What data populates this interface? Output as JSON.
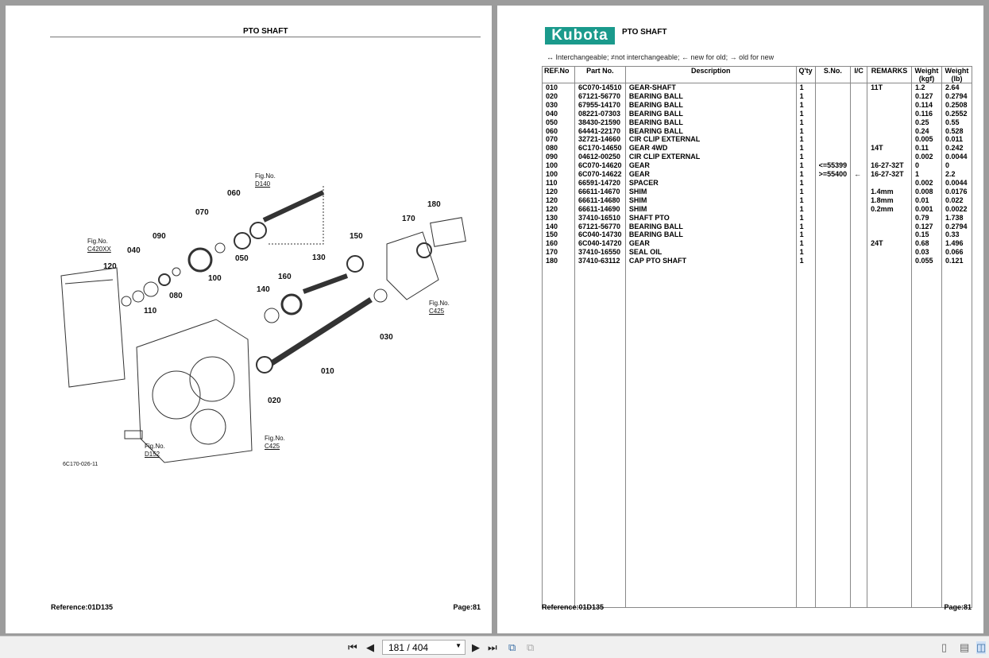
{
  "left_page": {
    "title": "PTO SHAFT",
    "reference": "Reference:01D135",
    "page": "Page:81",
    "callouts": [
      "060",
      "070",
      "090",
      "040",
      "120",
      "110",
      "080",
      "100",
      "050",
      "180",
      "170",
      "150",
      "130",
      "160",
      "140",
      "030",
      "010",
      "020"
    ],
    "fig_refs": [
      {
        "label": "Fig.No.",
        "code": "D140"
      },
      {
        "label": "Fig.No.",
        "code": "C420XX"
      },
      {
        "label": "Fig.No.",
        "code": "C425"
      },
      {
        "label": "Fig.No.",
        "code": "C425"
      },
      {
        "label": "Fig.No.",
        "code": "D152"
      }
    ],
    "drawing_code": "6C170-026-11"
  },
  "right_page": {
    "logo": "Kubota",
    "title": "PTO SHAFT",
    "legend": "↔ Interchangeable;   ≠not interchangeable;   ← new for old;   → old for new",
    "reference": "Reference:01D135",
    "page": "Page:81",
    "columns": [
      "REF.No",
      "Part No.",
      "Description",
      "Q'ty",
      "S.No.",
      "I/C",
      "REMARKS",
      "Weight (kgf)",
      "Weight (lb)"
    ],
    "rows": [
      [
        "010",
        "6C070-14510",
        "GEAR-SHAFT",
        "1",
        "",
        "",
        "11T",
        "1.2",
        "2.64"
      ],
      [
        "020",
        "67121-56770",
        "BEARING BALL",
        "1",
        "",
        "",
        "",
        "0.127",
        "0.2794"
      ],
      [
        "030",
        "67955-14170",
        "BEARING BALL",
        "1",
        "",
        "",
        "",
        "0.114",
        "0.2508"
      ],
      [
        "040",
        "08221-07303",
        "BEARING BALL",
        "1",
        "",
        "",
        "",
        "0.116",
        "0.2552"
      ],
      [
        "050",
        "38430-21590",
        "BEARING BALL",
        "1",
        "",
        "",
        "",
        "0.25",
        "0.55"
      ],
      [
        "060",
        "64441-22170",
        "BEARING BALL",
        "1",
        "",
        "",
        "",
        "0.24",
        "0.528"
      ],
      [
        "070",
        "32721-14660",
        "CIR CLIP EXTERNAL",
        "1",
        "",
        "",
        "",
        "0.005",
        "0.011"
      ],
      [
        "080",
        "6C170-14650",
        "GEAR 4WD",
        "1",
        "",
        "",
        "14T",
        "0.11",
        "0.242"
      ],
      [
        "090",
        "04612-00250",
        "CIR CLIP EXTERNAL",
        "1",
        "",
        "",
        "",
        "0.002",
        "0.0044"
      ],
      [
        "100",
        "6C070-14620",
        "GEAR",
        "1",
        "<=55399",
        "",
        "16-27-32T",
        "0",
        "0"
      ],
      [
        "100",
        "6C070-14622",
        "GEAR",
        "1",
        ">=55400",
        "←",
        "16-27-32T",
        "1",
        "2.2"
      ],
      [
        "110",
        "66591-14720",
        "SPACER",
        "1",
        "",
        "",
        "",
        "0.002",
        "0.0044"
      ],
      [
        "120",
        "66611-14670",
        "SHIM",
        "1",
        "",
        "",
        "1.4mm",
        "0.008",
        "0.0176"
      ],
      [
        "120",
        "66611-14680",
        "SHIM",
        "1",
        "",
        "",
        "1.8mm",
        "0.01",
        "0.022"
      ],
      [
        "120",
        "66611-14690",
        "SHIM",
        "1",
        "",
        "",
        "0.2mm",
        "0.001",
        "0.0022"
      ],
      [
        "130",
        "37410-16510",
        "SHAFT PTO",
        "1",
        "",
        "",
        "",
        "0.79",
        "1.738"
      ],
      [
        "140",
        "67121-56770",
        "BEARING BALL",
        "1",
        "",
        "",
        "",
        "0.127",
        "0.2794"
      ],
      [
        "150",
        "6C040-14730",
        "BEARING BALL",
        "1",
        "",
        "",
        "",
        "0.15",
        "0.33"
      ],
      [
        "160",
        "6C040-14720",
        "GEAR",
        "1",
        "",
        "",
        "24T",
        "0.68",
        "1.496"
      ],
      [
        "170",
        "37410-16550",
        "SEAL OIL",
        "1",
        "",
        "",
        "",
        "0.03",
        "0.066"
      ],
      [
        "180",
        "37410-63112",
        "CAP PTO SHAFT",
        "1",
        "",
        "",
        "",
        "0.055",
        "0.121"
      ]
    ]
  },
  "toolbar": {
    "page_value": "181 / 404"
  },
  "colors": {
    "brand": "#1a9a8c",
    "background": "#9c9c9c"
  }
}
